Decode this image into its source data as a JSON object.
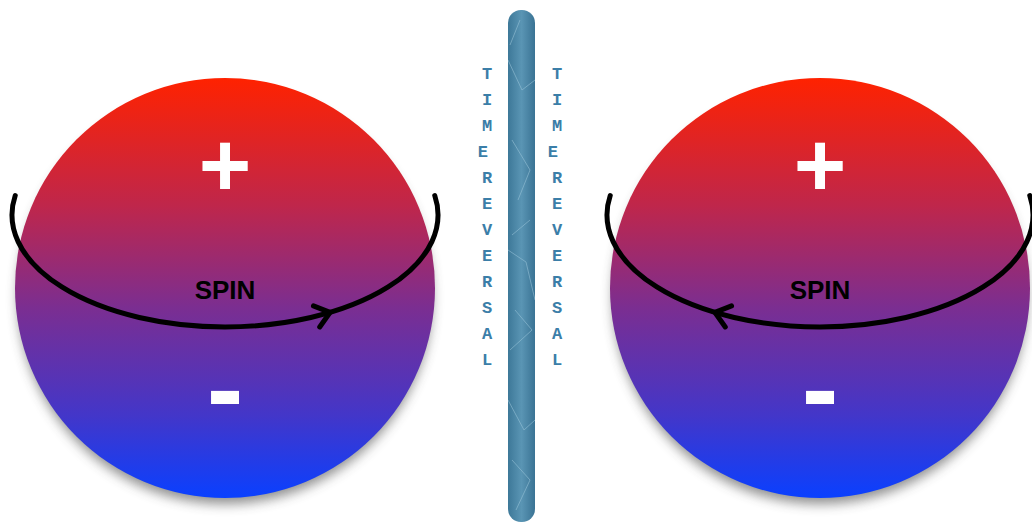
{
  "diagram": {
    "nodes": [
      {
        "text": [
          "+",
          "SPIN",
          "-"
        ]
      },
      {
        "text": [
          "+",
          "SPIN",
          "-"
        ]
      }
    ],
    "labels": [
      "TIME REVERSAL",
      "TIME REVERSAL"
    ]
  }
}
